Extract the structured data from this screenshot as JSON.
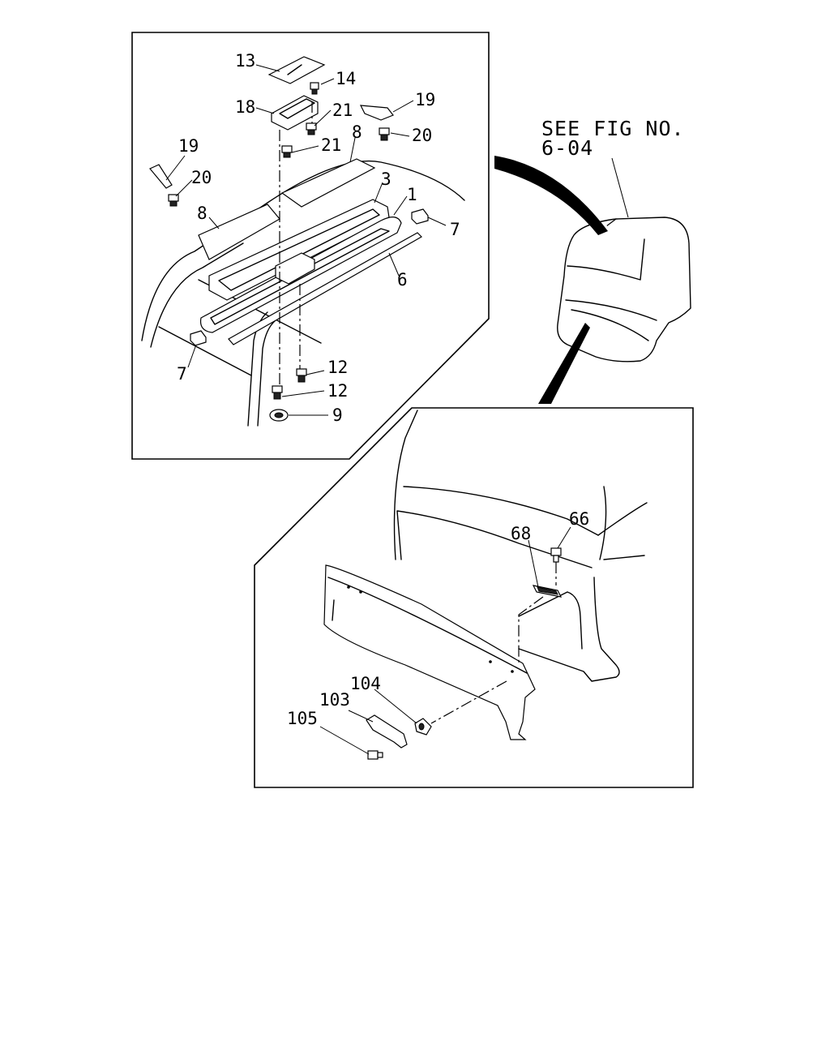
{
  "reference": {
    "line1": "SEE FIG NO.",
    "line2": "6-04"
  },
  "top_view": {
    "callouts": {
      "c13": "13",
      "c14": "14",
      "c18": "18",
      "c21a": "21",
      "c21b": "21",
      "c19a": "19",
      "c20a": "20",
      "c19b": "19",
      "c20b": "20",
      "c8a": "8",
      "c8b": "8",
      "c3": "3",
      "c1": "1",
      "c7a": "7",
      "c6": "6",
      "c7b": "7",
      "c12a": "12",
      "c12b": "12",
      "c9": "9"
    }
  },
  "bottom_view": {
    "callouts": {
      "c68": "68",
      "c66": "66",
      "c104": "104",
      "c103": "103",
      "c105": "105"
    }
  }
}
